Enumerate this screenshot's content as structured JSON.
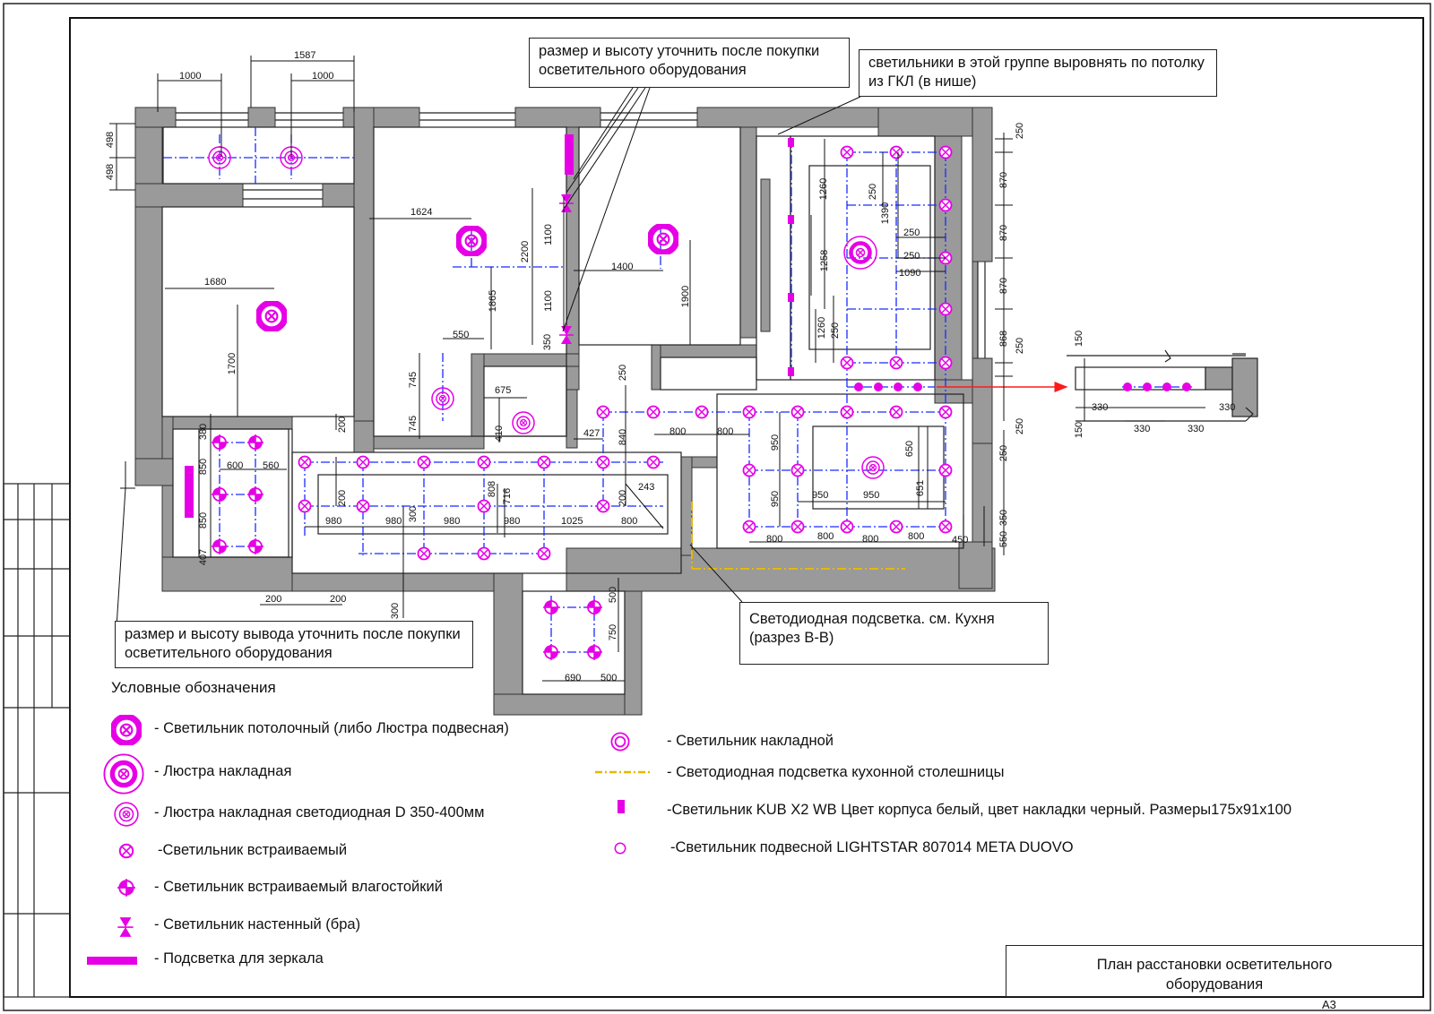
{
  "notes": {
    "n1": "размер  и высоту уточнить  после покупки осветительного оборудования",
    "n2": "светильники  в этой группе выровнять по потолку из ГКЛ (в нише)",
    "n3": "размер и высоту вывода  уточнить  после покупки осветительного оборудования",
    "n4": "Светодиодная подсветка. см. Кухня (разрез В-В)"
  },
  "legend": {
    "title": "Условные обозначения",
    "items": [
      "- Светильник потолочный (либо Люстра подвесная)",
      "-  Люстра накладная",
      "-  Люстра накладная светодиодная D 350-400мм",
      "-Светильник встраиваемый",
      "- Светильник встраиваемый  влагостойкий",
      "- Светильник настенный (бра)",
      "- Подсветка для зеркала",
      "- Светильник накладной",
      "- Светодиодная подсветка кухонной столешницы",
      "-Светильник KUB X2 WB Цвет корпуса белый, цвет накладки черный. Размеры175x91x100",
      "-Светильник подвесной LIGHTSTAR 807014 META DUOVO"
    ]
  },
  "title_block": {
    "title": "План расстановки осветительного оборудования",
    "format": "А3"
  },
  "dims": {
    "d1587": "1587",
    "d1000a": "1000",
    "d1000b": "1000",
    "d498a": "498",
    "d498b": "498",
    "d1624": "1624",
    "d1680": "1680",
    "d1700": "1700",
    "d2200": "2200",
    "d1100a": "1100",
    "d1100b": "1100",
    "d1865": "1865",
    "d350": "350",
    "d1400": "1400",
    "d1900": "1900",
    "d550": "550",
    "d745a": "745",
    "d745b": "745",
    "d675": "675",
    "d410": "410",
    "d250k": "250",
    "d200r": "200",
    "d427": "427",
    "d840": "840",
    "d800a": "800",
    "d800b": "800",
    "d380": "380",
    "d600": "600",
    "d560": "560",
    "d850a": "850",
    "d850b": "850",
    "d407": "407",
    "d980a": "980",
    "d980b": "980",
    "d980c": "980",
    "d980d": "980",
    "d1025": "1025",
    "d800c": "800",
    "d300a": "300",
    "d808": "808",
    "d716": "716",
    "d200c": "200",
    "d200d": "200",
    "d243": "243",
    "d200e": "200",
    "d200f": "200",
    "d300b": "300",
    "d1260a": "1260",
    "d250a": "250",
    "d1390": "1390",
    "d250b": "250",
    "d250c": "250",
    "d1090": "1090",
    "d1258": "1258",
    "d1260b": "1260",
    "d250d": "250",
    "d250e": "250",
    "d870a": "870",
    "d870b": "870",
    "d870c": "870",
    "d868": "868",
    "d250f": "250",
    "d250g": "250",
    "d250h": "250",
    "d550b": "550",
    "d350b": "350",
    "d950a": "950",
    "d950b": "950",
    "d650": "650",
    "d651": "651",
    "d950c": "950",
    "d950d": "950",
    "d800d": "800",
    "d800e": "800",
    "d800f": "800",
    "d800g": "800",
    "d450": "450",
    "d500a": "500",
    "d750": "750",
    "d690": "690",
    "d500b": "500",
    "d150a": "150",
    "d150b": "150",
    "d330a": "330",
    "d330b": "330",
    "d330c": "330",
    "d330d": "330"
  },
  "colors": {
    "lamp": "#e600e6",
    "axis": "#1a2bff",
    "wall": "#9a9a9a",
    "led": "#e6b800",
    "arrow": "#ff1a1a"
  }
}
